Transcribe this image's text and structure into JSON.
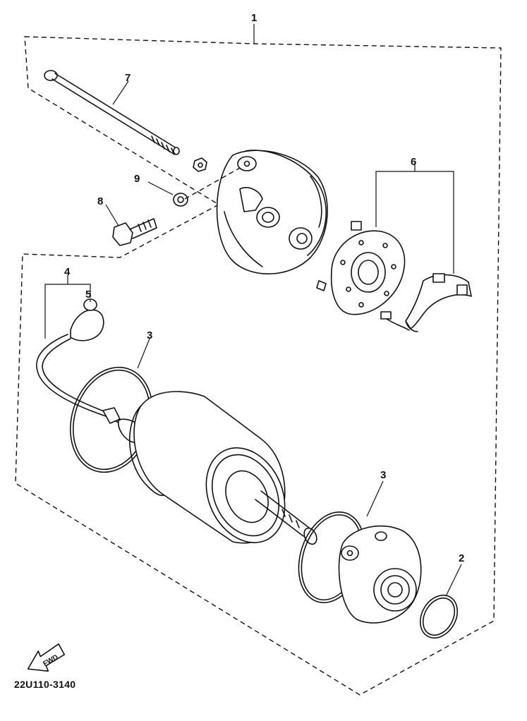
{
  "diagram": {
    "callouts": [
      {
        "id": "c1",
        "text": "1"
      },
      {
        "id": "c2",
        "text": "2"
      },
      {
        "id": "c3a",
        "text": "3"
      },
      {
        "id": "c3b",
        "text": "3"
      },
      {
        "id": "c4",
        "text": "4"
      },
      {
        "id": "c5",
        "text": "5"
      },
      {
        "id": "c6",
        "text": "6"
      },
      {
        "id": "c7",
        "text": "7"
      },
      {
        "id": "c8",
        "text": "8"
      },
      {
        "id": "c9",
        "text": "9"
      }
    ],
    "fwd_label": "FWD",
    "figure_code": "22U110-3140"
  }
}
